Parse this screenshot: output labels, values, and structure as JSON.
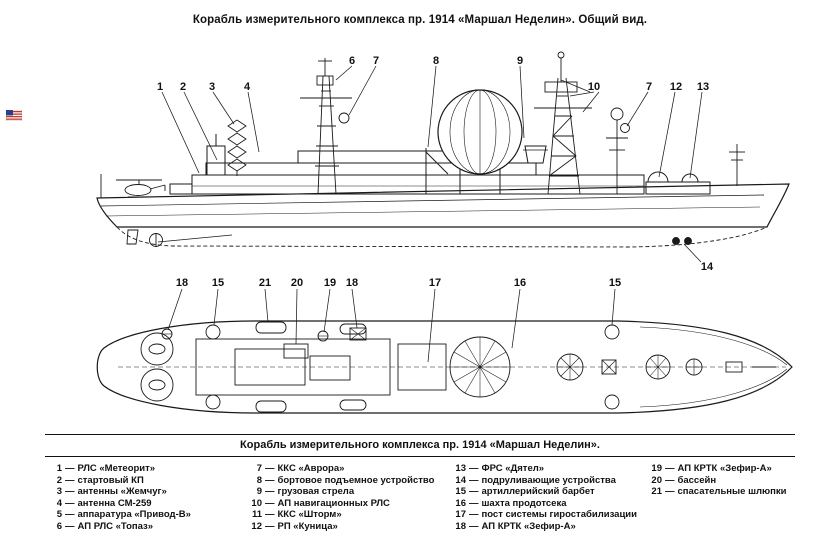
{
  "title": "Корабль измерительного комплекса пр. 1914 «Маршал Неделин». Общий вид.",
  "caption": "Корабль измерительного комплекса пр. 1914 «Маршал Неделин».",
  "colors": {
    "ink": "#1a1a1a",
    "paper": "#ffffff",
    "flag_blue": "#2b3f8c",
    "flag_red": "#c0392b"
  },
  "callouts": {
    "side": [
      "1",
      "2",
      "3",
      "4",
      "6",
      "7",
      "8",
      "9",
      "10",
      "7",
      "12",
      "13",
      "14"
    ],
    "plan": [
      "18",
      "15",
      "21",
      "20",
      "19",
      "18",
      "17",
      "16",
      "15"
    ]
  },
  "legend": {
    "separator": "—",
    "columns": [
      {
        "items": [
          {
            "num": "1",
            "label": "РЛС «Метеорит»"
          },
          {
            "num": "2",
            "label": "стартовый КП"
          },
          {
            "num": "3",
            "label": "антенны «Жемчуг»"
          },
          {
            "num": "4",
            "label": "антенна СМ-259"
          },
          {
            "num": "5",
            "label": "аппаратура «Привод-В»"
          },
          {
            "num": "6",
            "label": "АП РЛС «Топаз»"
          }
        ]
      },
      {
        "items": [
          {
            "num": "7",
            "label": "ККС «Аврора»"
          },
          {
            "num": "8",
            "label": "бортовое подъемное устройство"
          },
          {
            "num": "9",
            "label": "грузовая стрела"
          },
          {
            "num": "10",
            "label": "АП навигационных РЛС"
          },
          {
            "num": "11",
            "label": "ККС «Шторм»"
          },
          {
            "num": "12",
            "label": "РП «Куница»"
          }
        ]
      },
      {
        "items": [
          {
            "num": "13",
            "label": "ФРС «Дятел»"
          },
          {
            "num": "14",
            "label": "подруливающие устройства"
          },
          {
            "num": "15",
            "label": "артиллерийский барбет"
          },
          {
            "num": "16",
            "label": "шахта продотсека"
          },
          {
            "num": "17",
            "label": "пост системы гиростабилизации"
          },
          {
            "num": "18",
            "label": "АП КРТК «Зефир-А»"
          }
        ]
      },
      {
        "items": [
          {
            "num": "19",
            "label": "АП КРТК «Зефир-А»"
          },
          {
            "num": "20",
            "label": "бассейн"
          },
          {
            "num": "21",
            "label": "спасательные шлюпки"
          }
        ]
      }
    ]
  }
}
